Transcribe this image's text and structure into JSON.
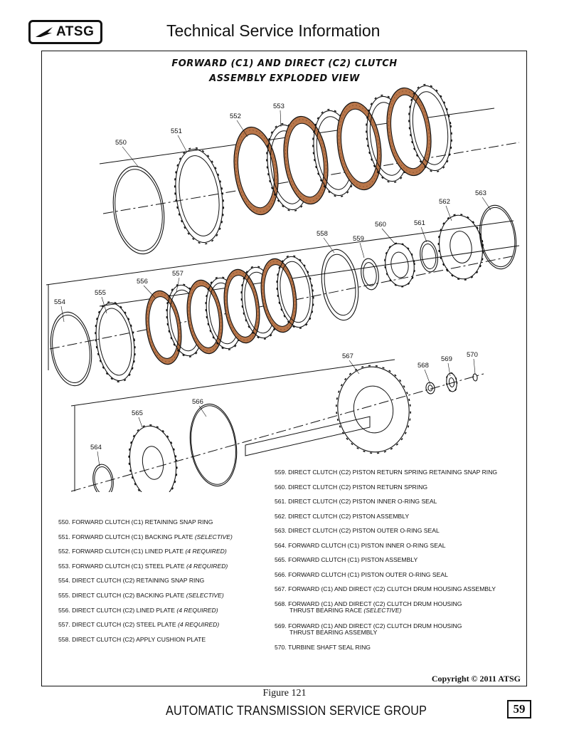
{
  "header": {
    "logo_text": "ATSG",
    "title": "Technical Service Information"
  },
  "figure": {
    "title_line1": "FORWARD (C1) AND DIRECT (C2) CLUTCH",
    "title_line2": "ASSEMBLY EXPLODED VIEW",
    "callouts": [
      "550",
      "551",
      "552",
      "553",
      "554",
      "555",
      "556",
      "557",
      "558",
      "559",
      "560",
      "561",
      "562",
      "563",
      "564",
      "565",
      "566",
      "567",
      "568",
      "569",
      "570"
    ],
    "label": "Figure 121"
  },
  "legend_left": [
    {
      "text": "550. FORWARD CLUTCH (C1) RETAINING SNAP RING",
      "note": ""
    },
    {
      "text": "551. FORWARD CLUTCH (C1) BACKING PLATE ",
      "note": "(SELECTIVE)"
    },
    {
      "text": "552. FORWARD CLUTCH (C1) LINED PLATE ",
      "note": "(4 REQUIRED)"
    },
    {
      "text": "553. FORWARD CLUTCH (C1) STEEL PLATE ",
      "note": "(4 REQUIRED)"
    },
    {
      "text": "554. DIRECT CLUTCH (C2) RETAINING SNAP RING",
      "note": ""
    },
    {
      "text": "555. DIRECT CLUTCH (C2) BACKING PLATE ",
      "note": "(SELECTIVE)"
    },
    {
      "text": "556. DIRECT CLUTCH (C2) LINED PLATE ",
      "note": "(4 REQUIRED)"
    },
    {
      "text": "557. DIRECT CLUTCH (C2) STEEL PLATE ",
      "note": "(4 REQUIRED)"
    },
    {
      "text": "558. DIRECT CLUTCH (C2) APPLY CUSHION PLATE",
      "note": ""
    }
  ],
  "legend_right": [
    {
      "line1": "559. DIRECT CLUTCH (C2) PISTON RETURN SPRING RETAINING SNAP RING",
      "line2": "",
      "note": ""
    },
    {
      "line1": "560. DIRECT CLUTCH (C2) PISTON RETURN SPRING",
      "line2": "",
      "note": ""
    },
    {
      "line1": "561. DIRECT CLUTCH (C2) PISTON INNER O-RING SEAL",
      "line2": "",
      "note": ""
    },
    {
      "line1": "562. DIRECT CLUTCH (C2) PISTON ASSEMBLY",
      "line2": "",
      "note": ""
    },
    {
      "line1": "563. DIRECT CLUTCH (C2) PISTON OUTER O-RING SEAL",
      "line2": "",
      "note": ""
    },
    {
      "line1": "564. FORWARD CLUTCH (C1) PISTON INNER O-RING SEAL",
      "line2": "",
      "note": ""
    },
    {
      "line1": "565. FORWARD CLUTCH (C1) PISTON ASSEMBLY",
      "line2": "",
      "note": ""
    },
    {
      "line1": "566. FORWARD CLUTCH (C1) PISTON OUTER O-RING SEAL",
      "line2": "",
      "note": ""
    },
    {
      "line1": "567. FORWARD (C1) AND DIRECT (C2) CLUTCH DRUM HOUSING ASSEMBLY",
      "line2": "",
      "note": ""
    },
    {
      "line1": "568. FORWARD (C1) AND DIRECT (C2) CLUTCH DRUM HOUSING",
      "line2": "THRUST BEARING RACE ",
      "note": "(SELECTIVE)"
    },
    {
      "line1": "569. FORWARD (C1) AND DIRECT (C2) CLUTCH DRUM HOUSING",
      "line2": "THRUST BEARING ASSEMBLY",
      "note": ""
    },
    {
      "line1": "570. TURBINE SHAFT SEAL RING",
      "line2": "",
      "note": ""
    }
  ],
  "copyright": "Copyright © 2011 ATSG",
  "footer": {
    "company": "AUTOMATIC TRANSMISSION SERVICE GROUP",
    "page_number": "59"
  },
  "colors": {
    "lined_plate": "#b8764a",
    "lined_plate_dark": "#7a4525",
    "ink": "#111111"
  }
}
